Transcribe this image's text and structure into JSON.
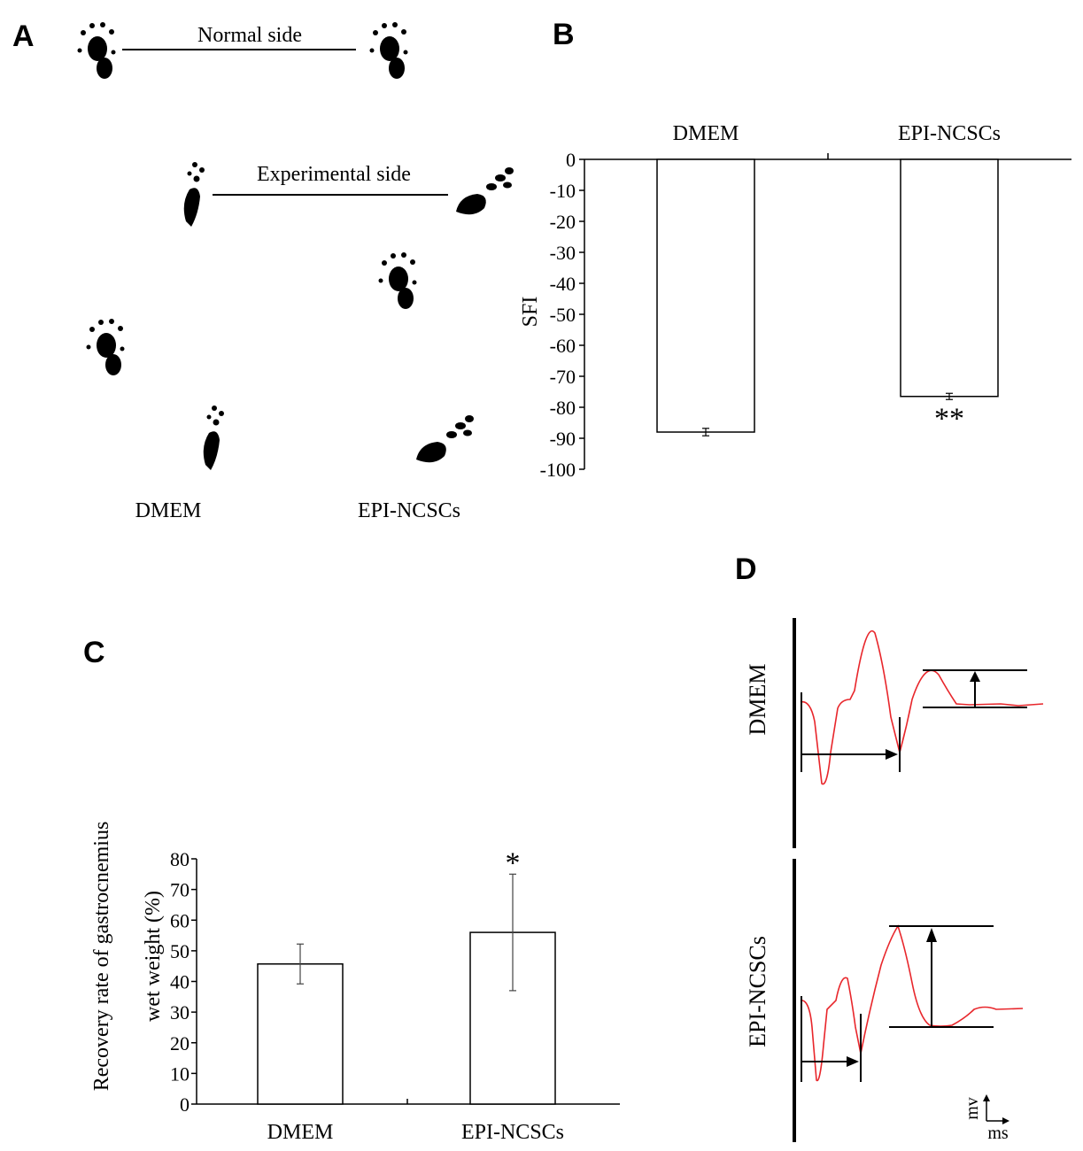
{
  "panels": {
    "a": {
      "letter": "A",
      "normal_label": "Normal side",
      "experimental_label": "Experimental side",
      "group_labels": [
        "DMEM",
        "EPI-NCSCs"
      ]
    },
    "b": {
      "letter": "B"
    },
    "c": {
      "letter": "C"
    },
    "d": {
      "letter": "D",
      "trace_labels": [
        "DMEM",
        "EPI-NCSCs"
      ],
      "scale_y": "mv",
      "scale_x": "ms",
      "trace_color": "#e8262b"
    }
  },
  "chart_data": [
    {
      "type": "bar",
      "panel": "B",
      "categories": [
        "DMEM",
        "EPI-NCSCs"
      ],
      "values": [
        -88,
        -76.5
      ],
      "errors": [
        1.2,
        1.0
      ],
      "ylabel": "SFI",
      "ylim": [
        -100,
        0
      ],
      "yticks": [
        0,
        -10,
        -20,
        -30,
        -40,
        -50,
        -60,
        -70,
        -80,
        -90,
        -100
      ],
      "significance": [
        "",
        "**"
      ],
      "bar_color": "#ffffff",
      "category_axis": "top"
    },
    {
      "type": "bar",
      "panel": "C",
      "categories": [
        "DMEM",
        "EPI-NCSCs"
      ],
      "values": [
        45.7,
        56
      ],
      "errors": [
        6.5,
        19
      ],
      "ylabel_lines": [
        "Recovery rate of gastrocnemius",
        "wet weight (%)"
      ],
      "ylim": [
        0,
        80
      ],
      "yticks": [
        0,
        10,
        20,
        30,
        40,
        50,
        60,
        70,
        80
      ],
      "significance": [
        "",
        "*"
      ],
      "bar_color": "#ffffff"
    }
  ]
}
